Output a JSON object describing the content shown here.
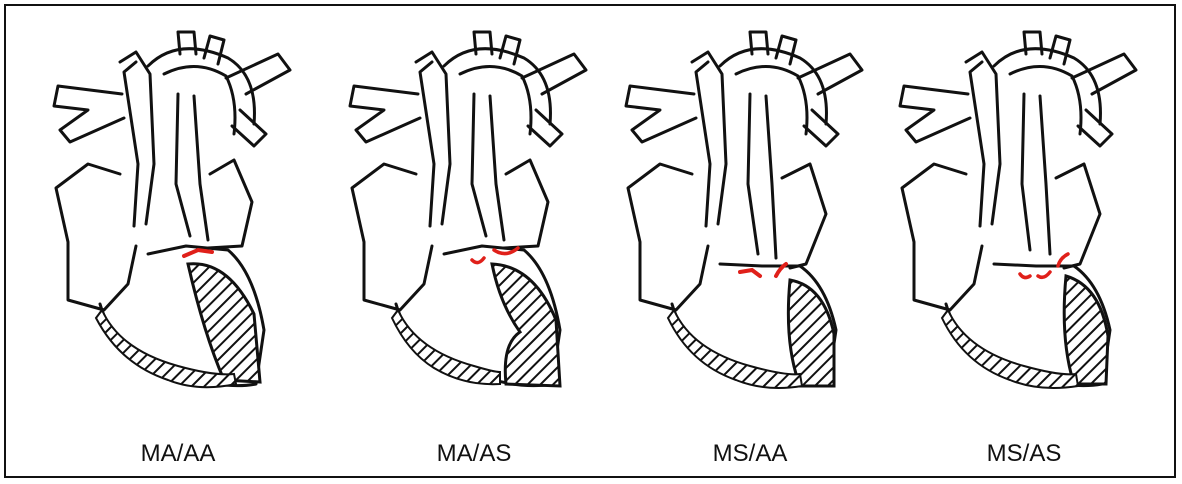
{
  "figure": {
    "panels": [
      {
        "label": "MA/AA",
        "mitral": "atresia",
        "aortic": "atresia"
      },
      {
        "label": "MA/AS",
        "mitral": "atresia",
        "aortic": "stenosis"
      },
      {
        "label": "MS/AA",
        "mitral": "stenosis",
        "aortic": "atresia"
      },
      {
        "label": "MS/AS",
        "mitral": "stenosis",
        "aortic": "stenosis"
      }
    ],
    "colors": {
      "outline": "#111111",
      "valve_highlight": "#e0201a",
      "background": "#ffffff"
    }
  }
}
